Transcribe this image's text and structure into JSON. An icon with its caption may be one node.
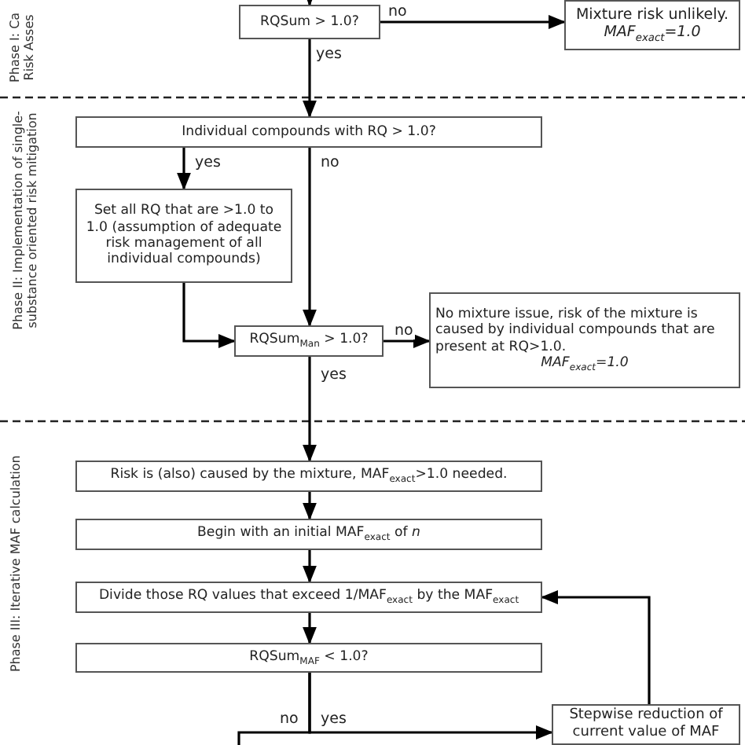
{
  "diagram": {
    "nodes": [
      {
        "text": [
          "RQSum > 1.0?"
        ]
      },
      {
        "text": [
          "Mixture risk unlikely.",
          "*MAF$_{exact}$=1.0*"
        ]
      },
      {
        "text": [
          "Individual compounds with RQ > 1.0?"
        ]
      },
      {
        "text": [
          "Set all RQ that are >1.0 to 1.0 (assumption of adequate risk management of all individual compounds)"
        ]
      },
      {
        "text": [
          "RQSum$_{Man}$ > 1.0?"
        ]
      },
      {
        "text": [
          "No mixture issue, risk of the mixture is caused by individual compounds that are present at RQ>1.0.",
          "*MAF$_{exact}$=1.0*"
        ]
      },
      {
        "text": [
          "Risk is (also) caused by the mixture, MAF$_{exact}$>1.0 needed."
        ]
      },
      {
        "text": [
          "Begin with an initial MAF$_{exact}$ of *n*"
        ]
      },
      {
        "text": [
          "Divide those RQ values that exceed 1/MAF$_{exact}$ by the MAF$_{exact}$"
        ]
      },
      {
        "text": [
          "RQSum$_{MAF}$ < 1.0?"
        ]
      },
      {
        "text": [
          "Stepwise reduction of current value of MAF"
        ]
      }
    ],
    "edges": [
      {
        "from": null,
        "to": 0,
        "arrow": "to"
      },
      {
        "from": 0,
        "to": 1,
        "arrow": "to",
        "label": "no"
      },
      {
        "from": 0,
        "to": 2,
        "arrow": "to",
        "label": "yes"
      },
      {
        "from": 2,
        "to": 3,
        "arrow": "to",
        "label": "yes"
      },
      {
        "from": 2,
        "to": 4,
        "arrow": "to",
        "label": "no"
      },
      {
        "from": 3,
        "to": 4,
        "arrow": "to"
      },
      {
        "from": 4,
        "to": 5,
        "arrow": "to",
        "label": "no"
      },
      {
        "from": 4,
        "to": 6,
        "arrow": "to",
        "label": "yes"
      },
      {
        "from": 6,
        "to": 7,
        "arrow": "to"
      },
      {
        "from": 7,
        "to": 8,
        "arrow": "to"
      },
      {
        "from": 8,
        "to": 9,
        "arrow": "to"
      },
      {
        "from": 9,
        "to": 10,
        "arrow": "to",
        "label": "yes"
      },
      {
        "from": 9,
        "to": null,
        "arrow": "none",
        "label": "no"
      },
      {
        "from": 10,
        "to": 8,
        "arrow": "to"
      }
    ],
    "labels": [
      "Phase I: Ca Risk Asses",
      "Phase II: Implementation of single- substance oriented risk mitigation",
      "Phase III: Iterative MAF calculation"
    ]
  }
}
